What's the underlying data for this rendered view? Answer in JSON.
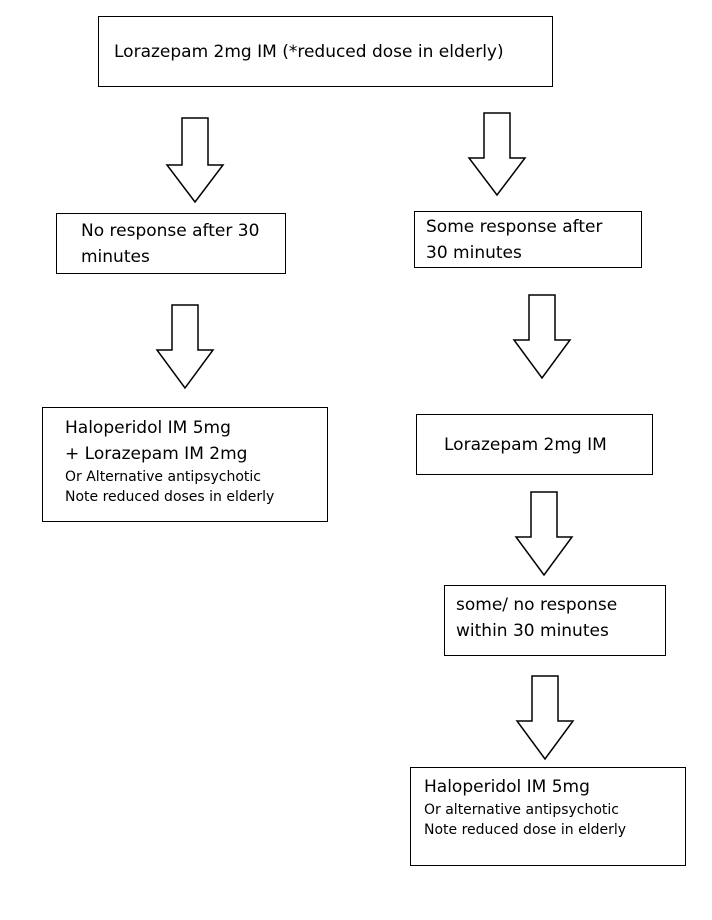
{
  "diagram": {
    "start": {
      "text": "Lorazepam 2mg IM (*reduced dose in elderly)"
    },
    "left": {
      "condition": {
        "lines": [
          "No response after 30",
          "minutes"
        ]
      },
      "action": {
        "lines": [
          "Haloperidol IM 5mg",
          "+ Lorazepam IM 2mg"
        ],
        "notes": [
          "Or Alternative antipsychotic",
          "Note reduced doses in elderly"
        ]
      }
    },
    "right": {
      "condition": {
        "lines": [
          "Some response after",
          "30 minutes"
        ]
      },
      "action": {
        "text": "Lorazepam 2mg IM"
      },
      "condition2": {
        "lines": [
          "some/ no response",
          "within 30 minutes"
        ]
      },
      "final": {
        "title": "Haloperidol IM 5mg",
        "notes": [
          "Or alternative antipsychotic",
          "Note reduced dose in elderly"
        ]
      }
    }
  }
}
